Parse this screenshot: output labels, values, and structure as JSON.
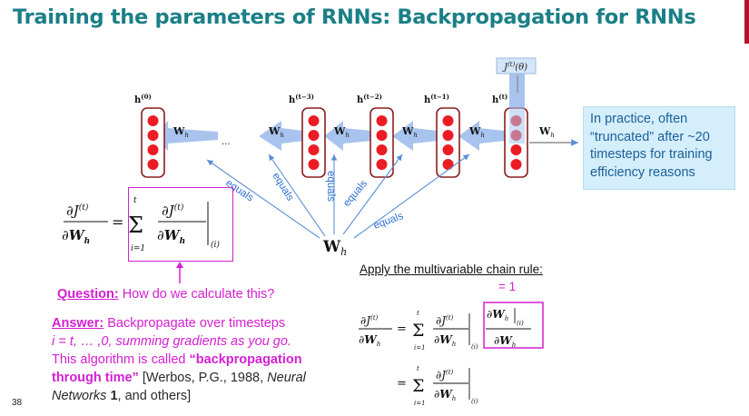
{
  "title": "Training the parameters of RNNs: Backpropagation for RNNs",
  "diagram": {
    "hidden_labels": [
      "h(0)",
      "h(t−3)",
      "h(t−2)",
      "h(t−1)",
      "h(t)"
    ],
    "loss_label": "J(t)(θ)",
    "weight_label": "Wh",
    "ellipsis": "...",
    "equals_label": "equals",
    "shared_weight": "Wh"
  },
  "callout": {
    "text": "In practice, often “truncated” after ~20 timesteps for training efficiency reasons"
  },
  "question": {
    "label": "Question:",
    "text": " How do we calculate this?"
  },
  "answer": {
    "label": "Answer:",
    "line1": " Backpropagate over timesteps",
    "line2": "i = t, … ,0, summing gradients as you go.",
    "line3": "This algorithm is called ",
    "bold": "“backpropagation through time”",
    "cite1": " [Werbos, P.G., 1988, ",
    "cite_journal": "Neural Networks",
    "cite_vol": " 1",
    "cite2": ", and others]"
  },
  "chain_rule": {
    "title": "Apply the multivariable chain rule:",
    "equals_one": "= 1"
  },
  "page_number": "38"
}
